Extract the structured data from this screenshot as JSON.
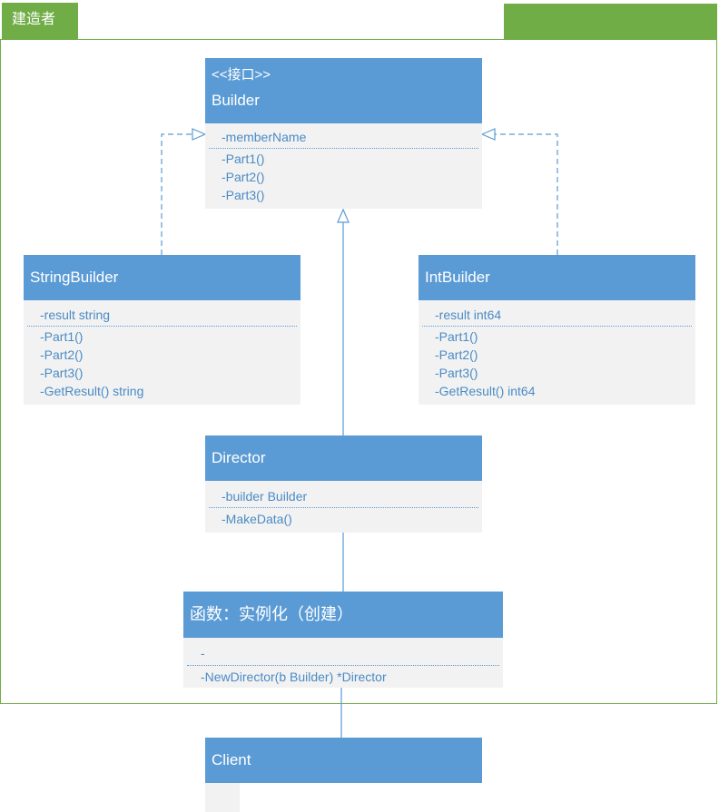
{
  "container": {
    "title": "建造者"
  },
  "classes": {
    "builder": {
      "stereotype": "<<接口>>",
      "name": "Builder",
      "attributes": [
        "-memberName"
      ],
      "methods": [
        "-Part1()",
        "-Part2()",
        "-Part3()"
      ]
    },
    "string_builder": {
      "name": "StringBuilder",
      "attributes": [
        "-result string"
      ],
      "methods": [
        "-Part1()",
        "-Part2()",
        "-Part3()",
        "-GetResult() string"
      ]
    },
    "int_builder": {
      "name": "IntBuilder",
      "attributes": [
        "-result int64"
      ],
      "methods": [
        "-Part1()",
        "-Part2()",
        "-Part3()",
        "-GetResult() int64"
      ]
    },
    "director": {
      "name": "Director",
      "attributes": [
        "-builder Builder"
      ],
      "methods": [
        "-MakeData()"
      ]
    },
    "factory": {
      "name": "函数：实例化（创建）",
      "attributes": [
        "-"
      ],
      "methods": [
        "-NewDirector(b Builder) *Director"
      ]
    },
    "client": {
      "name": "Client"
    }
  },
  "colors": {
    "frame": "#70ad47",
    "header": "#5b9bd5",
    "body": "#f2f2f2",
    "text": "#4a8bc6"
  }
}
